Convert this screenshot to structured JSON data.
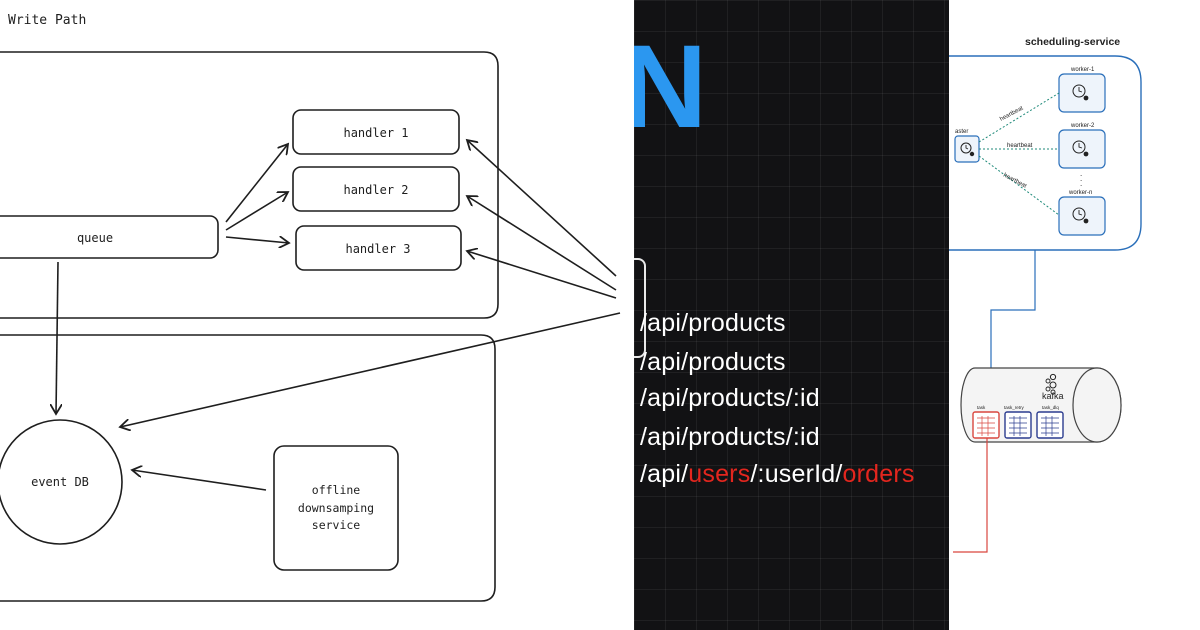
{
  "left_diagram": {
    "title": "Write Path",
    "queue_label": "queue",
    "handlers": [
      "handler 1",
      "handler 2",
      "handler 3"
    ],
    "event_db_label": "event DB",
    "offline_service_lines": [
      "offline",
      "downsamping",
      "service"
    ]
  },
  "middle": {
    "big_letter": "N",
    "routes": [
      {
        "prefix": "/api/products",
        "parts": []
      },
      {
        "prefix": "/api/products",
        "parts": []
      },
      {
        "prefix": "/api/products/:id",
        "parts": []
      },
      {
        "prefix": "/api/products/:id",
        "parts": []
      }
    ],
    "route5": {
      "p1": "/api/",
      "users": "users",
      "p2": "/:userId/",
      "orders": "orders"
    },
    "accent_color": "#e3261e",
    "brand_color": "#2b97f0"
  },
  "right_diagram": {
    "title": "scheduling-service",
    "workers": [
      "worker-1",
      "worker-2",
      "worker-n"
    ],
    "master_label": "aster",
    "heartbeat_labels": [
      "heartbeat",
      "heartbeat",
      "heartbeat"
    ],
    "dots": ".",
    "kafka_label": "kafka",
    "topics": [
      "task",
      "task_retry",
      "task_dlq"
    ]
  }
}
